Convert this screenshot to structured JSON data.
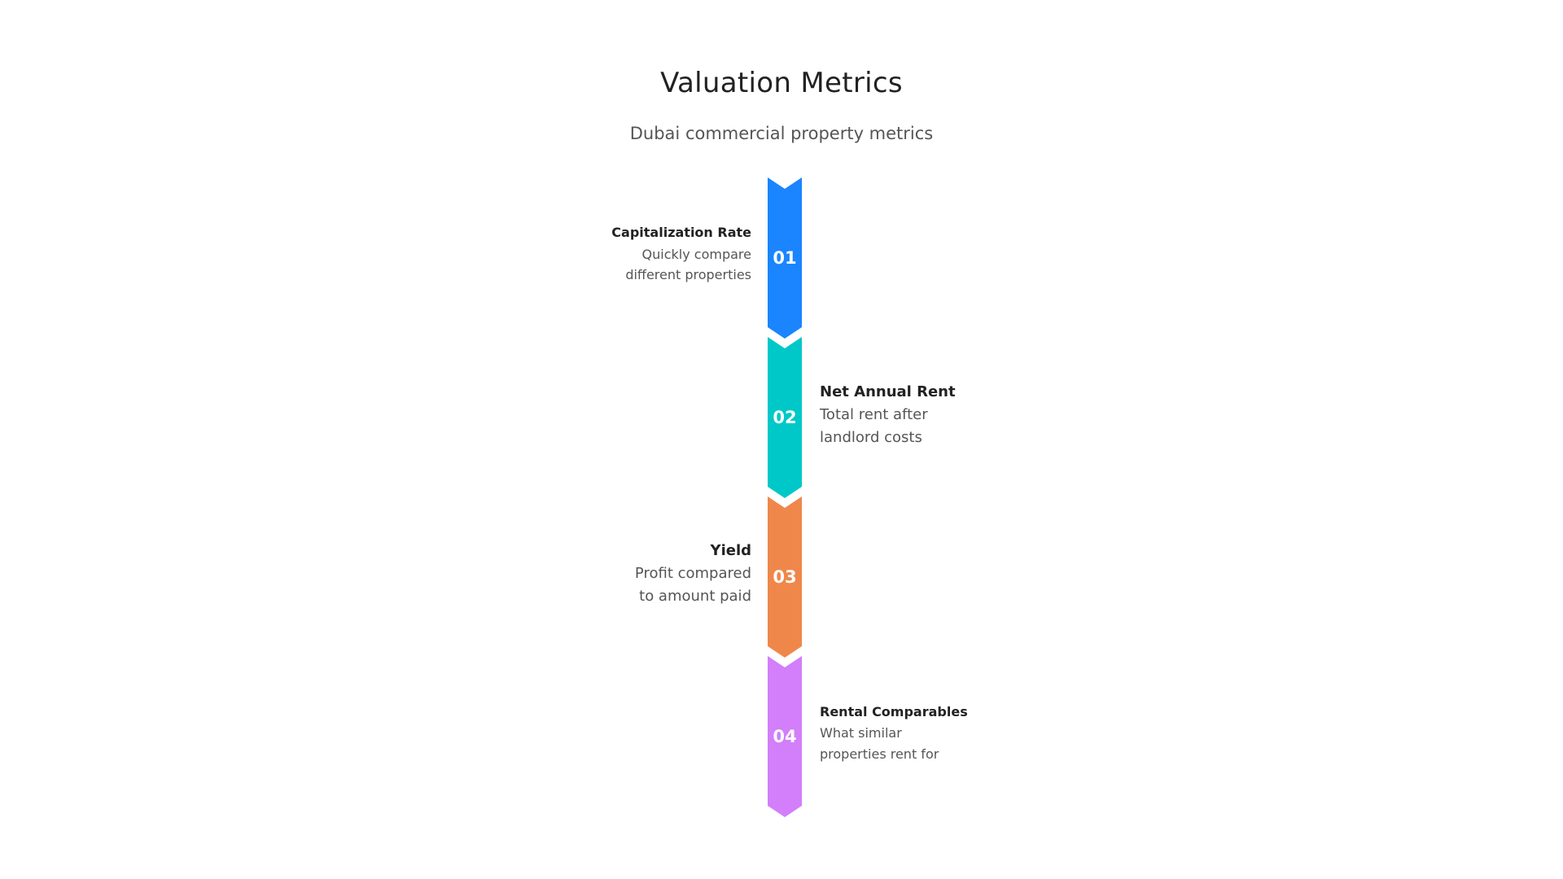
{
  "header": {
    "title": "Valuation Metrics",
    "subtitle": "Dubai commercial property metrics"
  },
  "steps": [
    {
      "number": "01",
      "title": "Capitalization Rate",
      "desc_line1": "Quickly compare",
      "desc_line2": "different properties",
      "color": "#1A85FF",
      "side": "left"
    },
    {
      "number": "02",
      "title": "Net Annual Rent",
      "desc_line1": "Total rent after",
      "desc_line2": "landlord costs",
      "color": "#00C8C8",
      "side": "right"
    },
    {
      "number": "03",
      "title": "Yield",
      "desc_line1": "Profit compared",
      "desc_line2": "to amount paid",
      "color": "#F0874A",
      "side": "left"
    },
    {
      "number": "04",
      "title": "Rental Comparables",
      "desc_line1": "What similar",
      "desc_line2": "properties rent for",
      "color": "#D37EFA",
      "side": "right"
    }
  ]
}
